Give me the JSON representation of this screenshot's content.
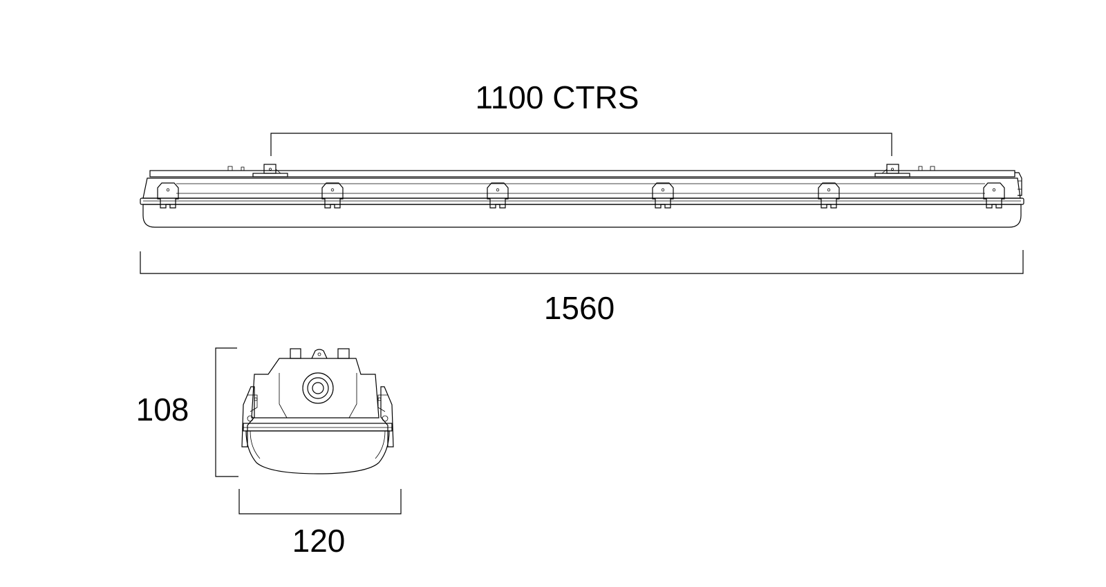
{
  "drawing": {
    "dimensions": {
      "centers_label": "1100 CTRS",
      "length_label": "1560",
      "height_label": "108",
      "width_label": "120"
    },
    "colors": {
      "line": "#000000",
      "background": "#ffffff"
    }
  }
}
